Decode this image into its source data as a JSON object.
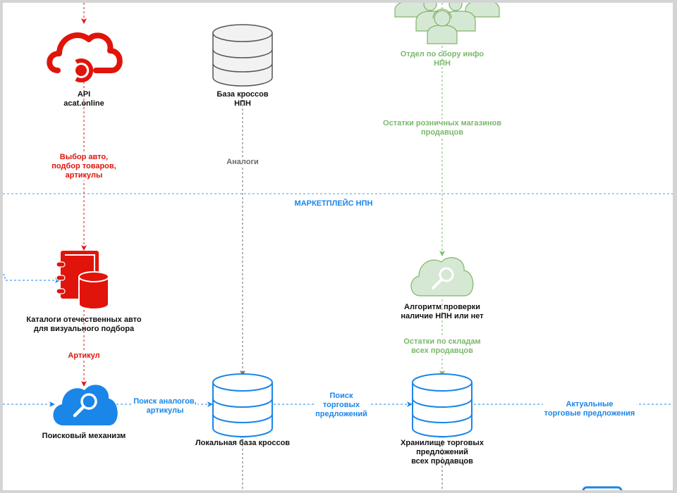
{
  "colors": {
    "red": "#e0140a",
    "blue": "#1a86e8",
    "green": "#7ab86a",
    "green_fill": "#d5e8d4",
    "gray": "#6b6b6b",
    "db_gray_fill": "#f2f2f2"
  },
  "section": {
    "marketplace_label": "МАРКЕТПЛЕЙС НПН"
  },
  "nodes": {
    "api": {
      "line1": "API",
      "line2": "acat.online",
      "icon": "cloud-api-icon"
    },
    "cross_db": {
      "line1": "База кроссов",
      "line2": "НПН",
      "icon": "database-icon"
    },
    "info_dept": {
      "line1": "Отдел по сбору инфо",
      "line2": "НПН",
      "icon": "operators-group-icon"
    },
    "catalogs": {
      "line1": "Каталоги отечественных авто",
      "line2": "для визуального подбора",
      "icon": "catalog-database-icon"
    },
    "check_algo": {
      "line1": "Алгоритм проверки",
      "line2": "наличие НПН или нет",
      "icon": "cloud-search-icon"
    },
    "search_engine": {
      "line1": "Поисковый механизм",
      "icon": "cloud-search-icon"
    },
    "local_cross_db": {
      "line1": "Локальная база кроссов",
      "icon": "database-icon"
    },
    "offers_storage": {
      "line1": "Хранилище торговых",
      "line2": "предложений",
      "line3": "всех продавцов",
      "icon": "database-icon"
    }
  },
  "edges": {
    "api_to_catalogs": {
      "line1": "Выбор авто,",
      "line2": "подбор товаров,",
      "line3": "артикулы"
    },
    "cross_to_local": {
      "line1": "Аналоги"
    },
    "dept_to_algo": {
      "line1": "Остатки розничных магазинов",
      "line2": "продавцов"
    },
    "catalogs_to_search": {
      "line1": "Артикул"
    },
    "algo_to_storage": {
      "line1": "Остатки по складам",
      "line2": "всех продавцов"
    },
    "search_to_local": {
      "line1": "Поиск аналогов,",
      "line2": "артикулы"
    },
    "local_to_storage": {
      "line1": "Поиск",
      "line2": "торговых",
      "line3": "предложений"
    },
    "storage_to_out": {
      "line1": "Актуальные",
      "line2": "торговые предложения"
    }
  }
}
